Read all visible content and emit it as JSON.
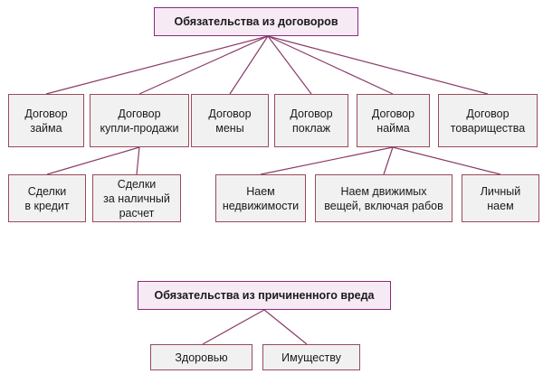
{
  "diagram": {
    "root_contracts": "Обязательства  из договоров",
    "contracts": [
      "Договор\nзайма",
      "Договор\nкупли-продажи",
      "Договор\nмены",
      "Договор\nпоклаж",
      "Договор\nнайма",
      "Договор\nтоварищества"
    ],
    "sale_children": [
      "Сделки\nв кредит",
      "Сделки\nза наличный\nрасчет"
    ],
    "hire_children": [
      "Наем\nнедвижимости",
      "Наем движимых\nвещей, включая рабов",
      "Личный\nнаем"
    ],
    "root_harm": "Обязательства  из причиненного  вреда",
    "harm_children": [
      "Здоровью",
      "Имуществу"
    ]
  },
  "colors": {
    "title_fill": "#f6eaf5",
    "title_border": "#8a2a7a",
    "node_fill": "#f1f1f1",
    "node_border": "#9a4a5a",
    "connector": "#8a3a6a"
  }
}
